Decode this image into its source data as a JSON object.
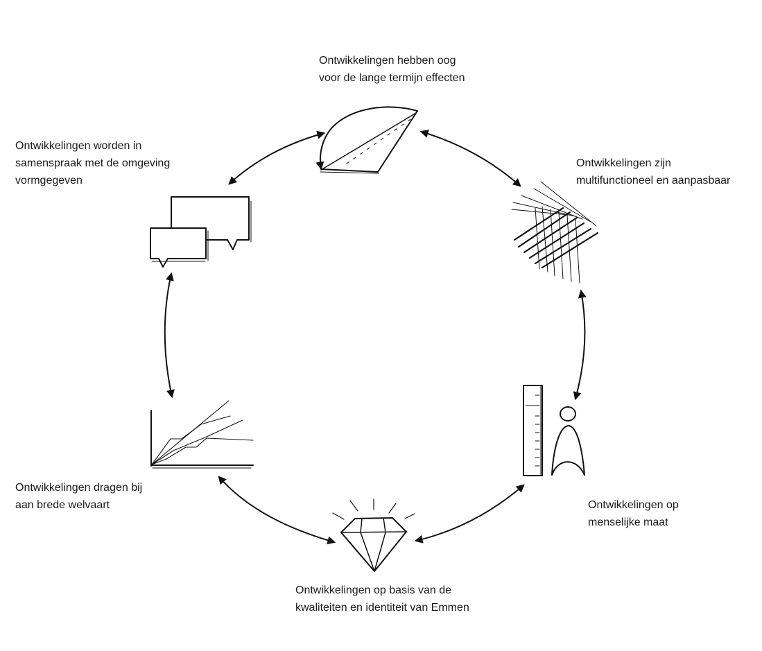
{
  "nodes": [
    {
      "id": "top",
      "icon": "swoosh-curve-icon",
      "lines": [
        "Ontwikkelingen hebben oog",
        "voor de lange termijn effecten"
      ]
    },
    {
      "id": "top-right",
      "icon": "grid-hatch-icon",
      "lines": [
        "Ontwikkelingen zijn",
        "multifunctioneel en aanpasbaar"
      ]
    },
    {
      "id": "bottom-right",
      "icon": "ruler-person-icon",
      "lines": [
        "Ontwikkelingen op",
        "menselijke maat"
      ]
    },
    {
      "id": "bottom",
      "icon": "diamond-icon",
      "lines": [
        "Ontwikkelingen op basis van de",
        "kwaliteiten en identiteit van Emmen"
      ]
    },
    {
      "id": "bottom-left",
      "icon": "line-chart-icon",
      "lines": [
        "Ontwikkelingen dragen bij",
        "aan brede welvaart"
      ]
    },
    {
      "id": "top-left",
      "icon": "speech-bubbles-icon",
      "lines": [
        "Ontwikkelingen worden in",
        "samenspraak met de omgeving",
        "vormgegeven"
      ]
    }
  ],
  "edges": [
    {
      "from": "top",
      "to": "top-right",
      "style": "double-arrow"
    },
    {
      "from": "top-right",
      "to": "bottom-right",
      "style": "double-arrow"
    },
    {
      "from": "bottom-right",
      "to": "bottom",
      "style": "double-arrow"
    },
    {
      "from": "bottom",
      "to": "bottom-left",
      "style": "double-arrow"
    },
    {
      "from": "bottom-left",
      "to": "top-left",
      "style": "double-arrow"
    },
    {
      "from": "top-left",
      "to": "top",
      "style": "double-arrow"
    }
  ],
  "colors": {
    "ink": "#111111",
    "background": "#ffffff"
  }
}
